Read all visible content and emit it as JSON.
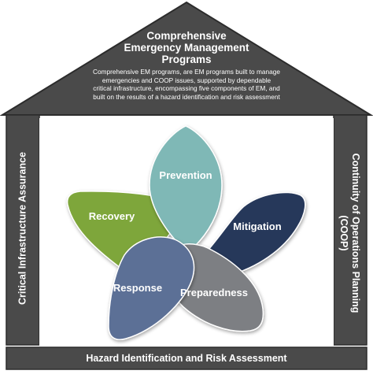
{
  "roof": {
    "title_lines": [
      "Comprehensive",
      "Emergency Management",
      "Programs"
    ],
    "description": "Comprehensive EM programs, are EM programs built to manage emergencies and COOP issues, supported by dependable critical infrastructure, encompassing five components of EM, and built on the results of a hazard identification and risk assessment"
  },
  "left_pillar": {
    "label": "Critical Infrastructure Assurance"
  },
  "right_pillar": {
    "label_line1": "Continuity of Operations Planning",
    "label_line2": "(COOP)"
  },
  "base": {
    "label": "Hazard Identification and Risk Assessment"
  },
  "components": [
    {
      "id": "prevention",
      "label": "Prevention",
      "color": "#7fb8b6"
    },
    {
      "id": "mitigation",
      "label": "Mitigation",
      "color": "#27375a"
    },
    {
      "id": "preparedness",
      "label": "Preparedness",
      "color": "#7d7f83"
    },
    {
      "id": "response",
      "label": "Response",
      "color": "#5c6f96"
    },
    {
      "id": "recovery",
      "label": "Recovery",
      "color": "#7ea63a"
    }
  ],
  "colors": {
    "house": "#4a4a4a",
    "house_border": "#2c2c2c",
    "background": "#ffffff"
  }
}
